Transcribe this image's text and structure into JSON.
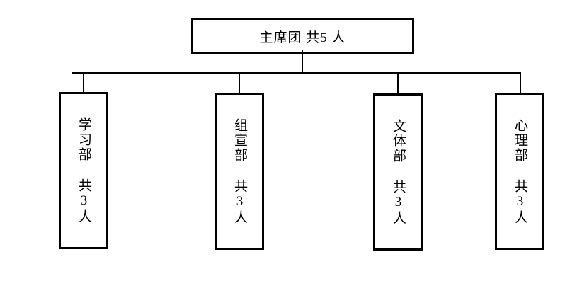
{
  "diagram": {
    "type": "org-chart",
    "root": {
      "label": "主席团 共5 人",
      "name": "主席团",
      "member_count": 5
    },
    "departments": [
      {
        "label": "学习部 共3人",
        "name": "学习部",
        "member_count": 3
      },
      {
        "label": "组宣部 共3人",
        "name": "组宣部",
        "member_count": 3
      },
      {
        "label": "文体部 共3人",
        "name": "文体部",
        "member_count": 3
      },
      {
        "label": "心理部 共3人",
        "name": "心理部",
        "member_count": 3
      }
    ],
    "colors": {
      "border": "#000000",
      "line": "#000000",
      "text": "#000000",
      "background": "#ffffff"
    }
  }
}
